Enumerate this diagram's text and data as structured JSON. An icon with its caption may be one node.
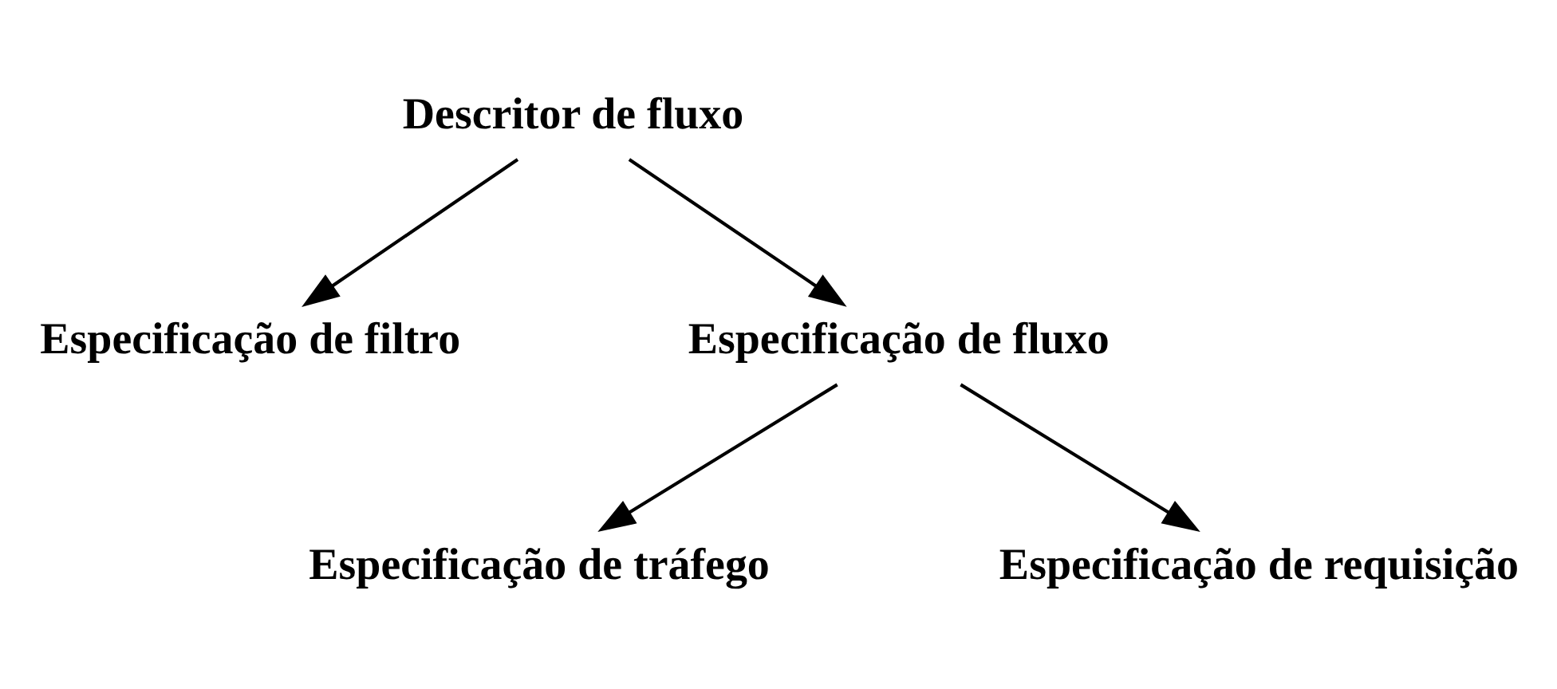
{
  "diagram": {
    "nodes": [
      {
        "text": [
          "Descritor de fluxo"
        ]
      },
      {
        "text": [
          "Especificação de filtro"
        ]
      },
      {
        "text": [
          "Especificação de fluxo"
        ]
      },
      {
        "text": [
          "Especificação de tráfego"
        ]
      },
      {
        "text": [
          "Especificação de requisição"
        ]
      }
    ],
    "edges": [
      {
        "from": 0,
        "to": 1,
        "arrow": "to"
      },
      {
        "from": 0,
        "to": 2,
        "arrow": "to"
      },
      {
        "from": 2,
        "to": 3,
        "arrow": "to"
      },
      {
        "from": 2,
        "to": 4,
        "arrow": "to"
      }
    ]
  }
}
